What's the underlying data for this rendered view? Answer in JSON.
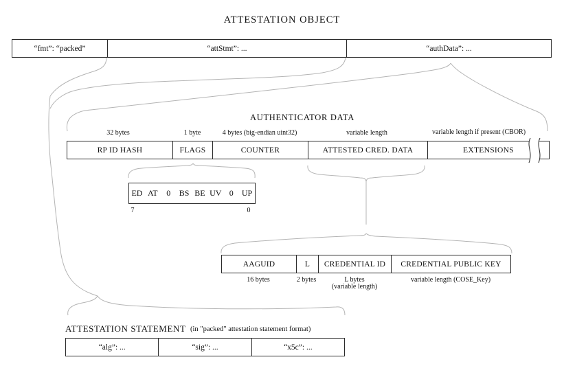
{
  "title": "ATTESTATION OBJECT",
  "colors": {
    "background": "#ffffff",
    "border": "#2b2b2b",
    "connector_line": "#b4b4b4",
    "text": "#111111"
  },
  "attestation_object_row": {
    "cells": [
      {
        "label": "“fmt”: “packed”"
      },
      {
        "label": "“attStmt”: ..."
      },
      {
        "label": "“authData”: ..."
      }
    ]
  },
  "authenticator_data": {
    "title": "AUTHENTICATOR DATA",
    "fields": [
      {
        "name": "RP ID HASH",
        "size": "32 bytes"
      },
      {
        "name": "FLAGS",
        "size": "1 byte"
      },
      {
        "name": "COUNTER",
        "size": "4 bytes (big-endian uint32)"
      },
      {
        "name": "ATTESTED CRED. DATA",
        "size": "variable length"
      },
      {
        "name": "EXTENSIONS",
        "size": "variable length if present (CBOR)"
      }
    ]
  },
  "flags_detail": {
    "bits": [
      "ED",
      "AT",
      "0",
      "BS",
      "BE",
      "UV",
      "0",
      "UP"
    ],
    "msb_label": "7",
    "lsb_label": "0"
  },
  "attested_credential_data": {
    "fields": [
      {
        "name": "AAGUID",
        "size": "16 bytes",
        "size2": ""
      },
      {
        "name": "L",
        "size": "2 bytes",
        "size2": ""
      },
      {
        "name": "CREDENTIAL ID",
        "size": "L bytes",
        "size2": "(variable length)"
      },
      {
        "name": "CREDENTIAL PUBLIC KEY",
        "size": "variable length (COSE_Key)",
        "size2": ""
      }
    ]
  },
  "attestation_statement": {
    "title": "ATTESTATION STATEMENT",
    "note": "(in \"packed\" attestation statement format)",
    "cells": [
      {
        "label": "“alg”: ..."
      },
      {
        "label": "“sig”: ..."
      },
      {
        "label": "“x5c”: ..."
      }
    ]
  }
}
